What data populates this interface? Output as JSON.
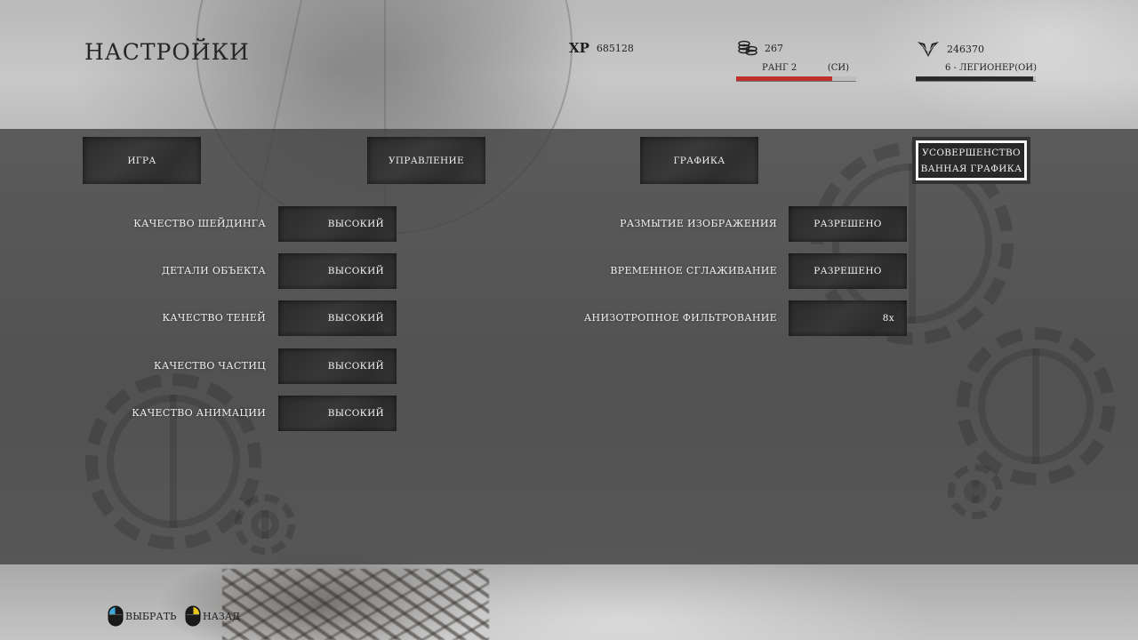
{
  "header": {
    "title": "НАСТРОЙКИ",
    "xp_label": "XP",
    "xp_value": "685128",
    "coins_value": "267",
    "rank_label": "РАНГ 2",
    "rank_tag": "(СИ)",
    "rank_progress": 0.8,
    "rank_color": "#c0302c",
    "legion_value": "246370",
    "legion_label": "6 - ЛЕГИОНЕР",
    "legion_tag": "(ОИ)",
    "legion_progress": 0.98,
    "legion_color": "#2a2a2a"
  },
  "tabs": [
    {
      "label": "ИГРА"
    },
    {
      "label": "УПРАВЛЕНИЕ"
    },
    {
      "label": "ГРАФИКА"
    },
    {
      "label_line1": "УСОВЕРШЕНСТВО",
      "label_line2": "ВАННАЯ ГРАФИКА",
      "active": true
    }
  ],
  "left_settings": [
    {
      "label": "КАЧЕСТВО ШЕЙДИНГА",
      "value": "ВЫСОКИЙ"
    },
    {
      "label": "ДЕТАЛИ ОБЪЕКТА",
      "value": "ВЫСОКИЙ"
    },
    {
      "label": "КАЧЕСТВО ТЕНЕЙ",
      "value": "ВЫСОКИЙ"
    },
    {
      "label": "КАЧЕСТВО ЧАСТИЦ",
      "value": "ВЫСОКИЙ"
    },
    {
      "label": "КАЧЕСТВО АНИМАЦИИ",
      "value": "ВЫСОКИЙ"
    }
  ],
  "right_settings": [
    {
      "label": "РАЗМЫТИЕ ИЗОБРАЖЕНИЯ",
      "value": "РАЗРЕШЕНО"
    },
    {
      "label": "ВРЕМЕННОЕ СГЛАЖИВАНИЕ",
      "value": "РАЗРЕШЕНО"
    },
    {
      "label": "АНИЗОТРОПНОЕ ФИЛЬТРОВАНИЕ",
      "value": "8x"
    }
  ],
  "footer": {
    "select_label": "ВЫБРАТЬ",
    "back_label": "НАЗАД",
    "select_color": "#3fa9d8",
    "back_color": "#e6c619"
  },
  "icons": {
    "coins": "coins-icon",
    "legion": "legion-wings-icon",
    "select": "mouse-left-button-icon",
    "back": "mouse-right-button-icon"
  }
}
